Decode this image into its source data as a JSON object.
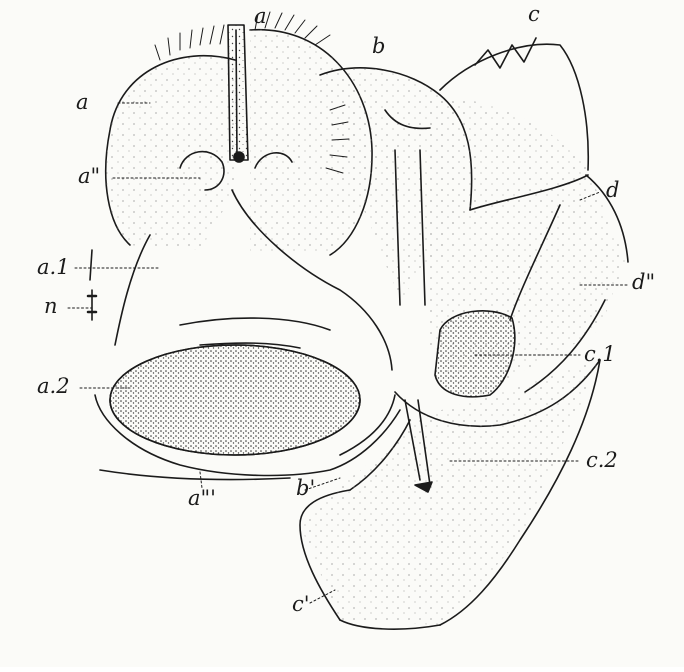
{
  "figure": {
    "ink_color": "#1b1b1b",
    "paper_color": "#fbfbf8",
    "labels": {
      "a": "a",
      "a_top": "a",
      "a_dblprime": "a\"",
      "a1": "a.1",
      "n": "n",
      "a2": "a.2",
      "a_tprime": "a\"'",
      "b": "b",
      "b_prime": "b'",
      "c": "c",
      "d": "d",
      "d_dblprime": "d\"",
      "c1": "c.1",
      "c2": "c.2",
      "c_prime": "c'"
    }
  }
}
